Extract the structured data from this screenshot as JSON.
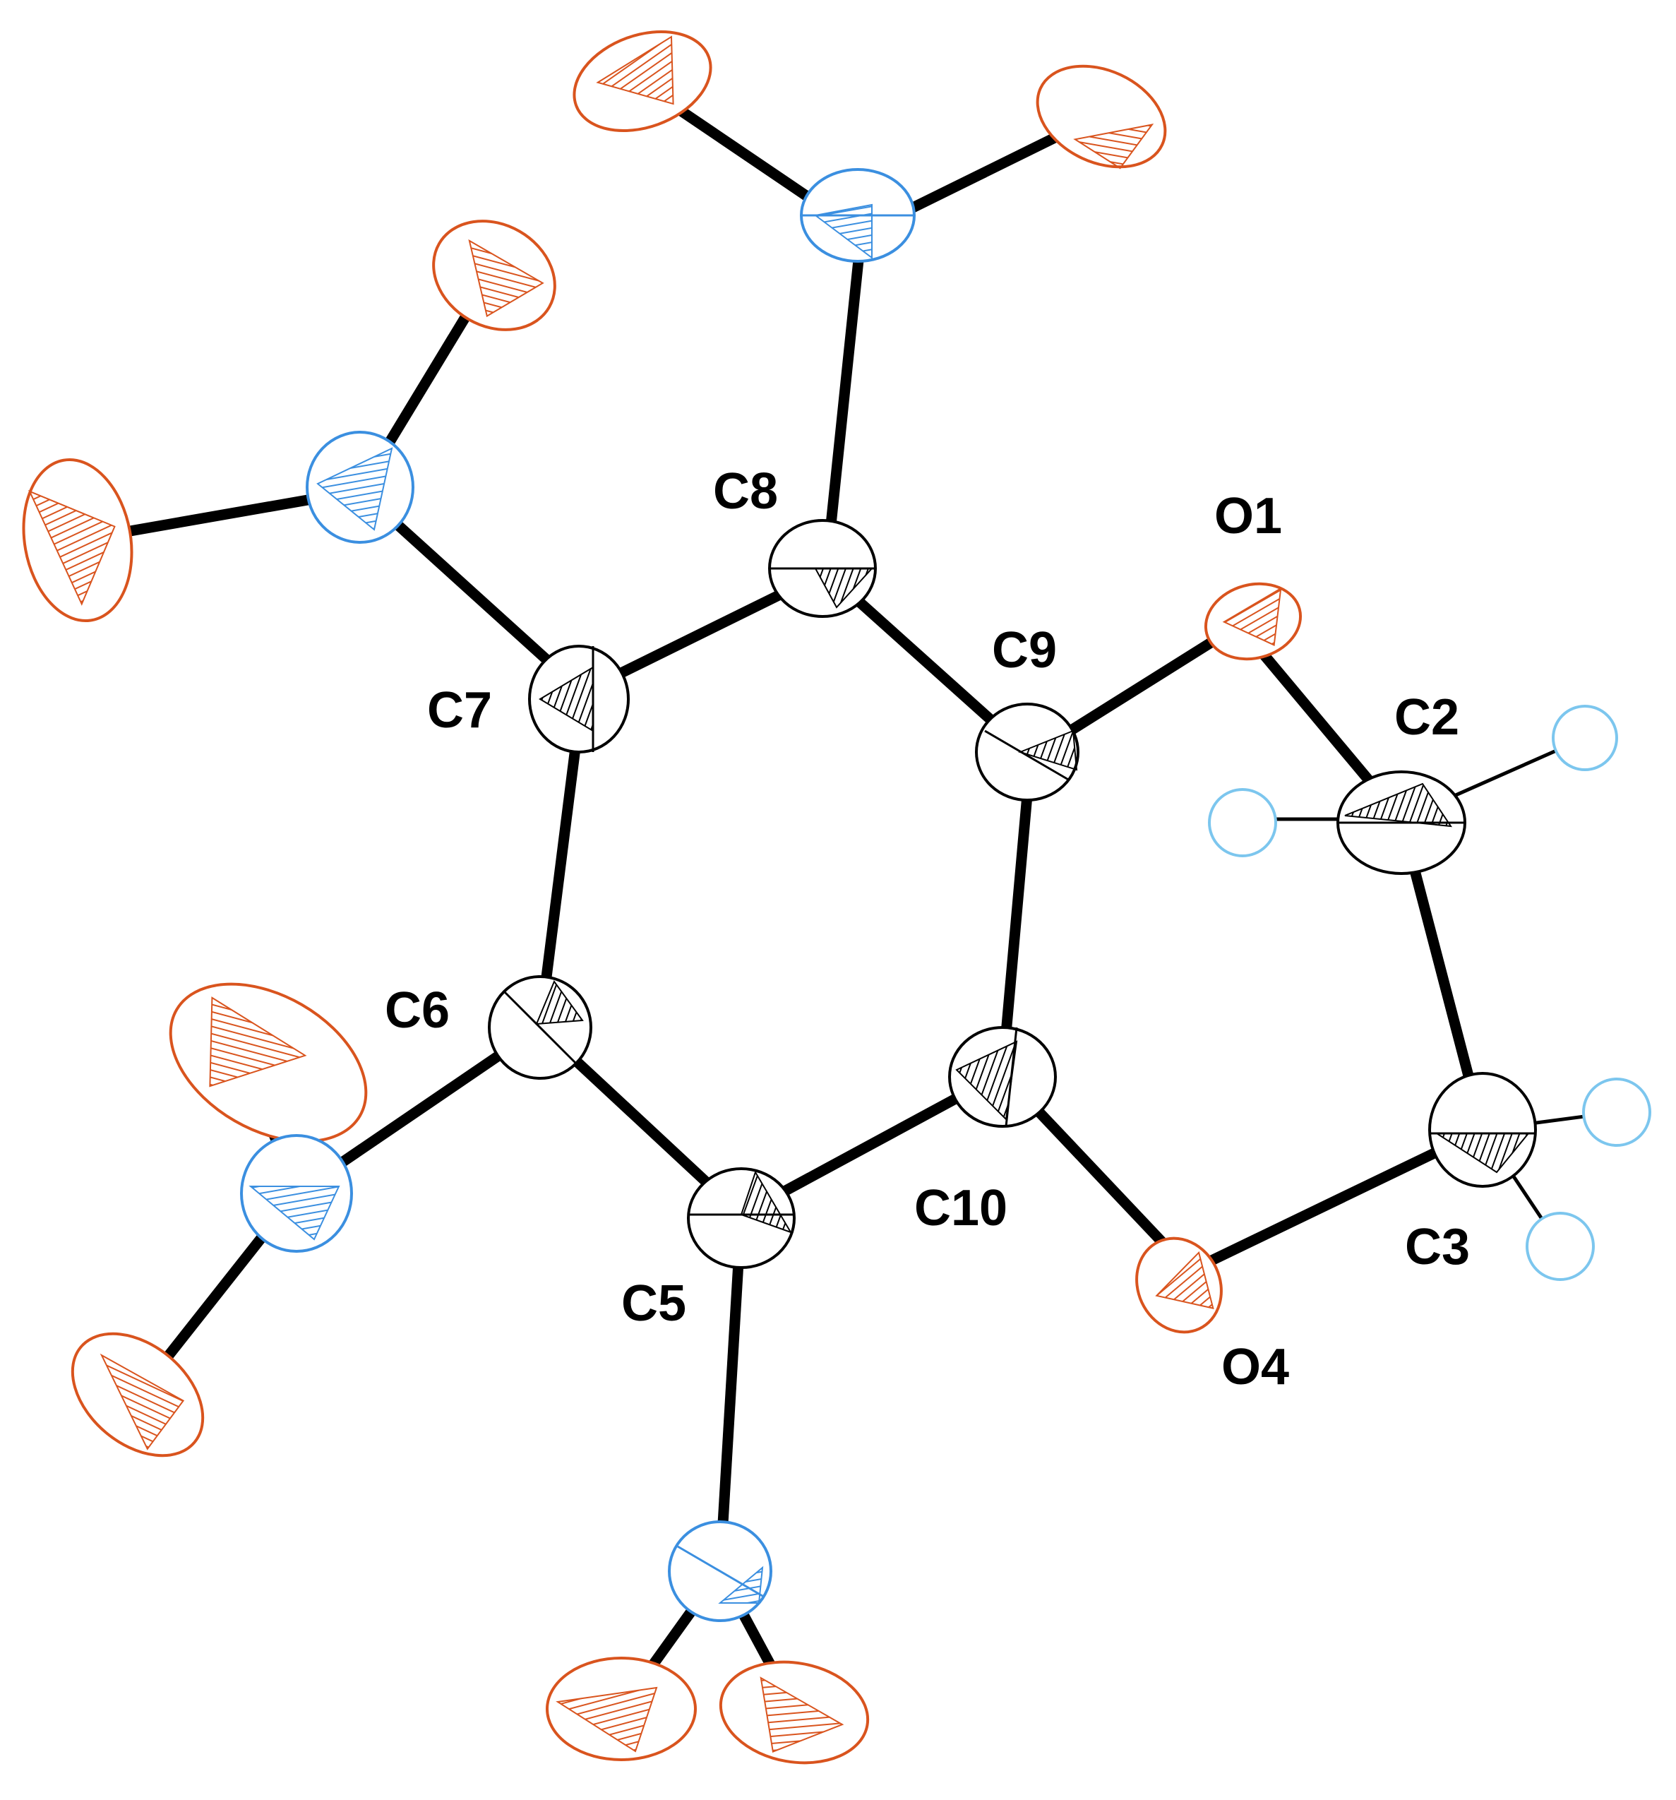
{
  "colors": {
    "carbon": "#000000",
    "oxygen": "#d9541e",
    "nitrogen": "#3b8fe0",
    "hydrogen": "#7cc6ee"
  },
  "labels": {
    "C2": "C2",
    "C3": "C3",
    "C5": "C5",
    "C6": "C6",
    "C7": "C7",
    "C8": "C8",
    "C9": "C9",
    "C10": "C10",
    "O1": "O1",
    "O4": "O4"
  }
}
